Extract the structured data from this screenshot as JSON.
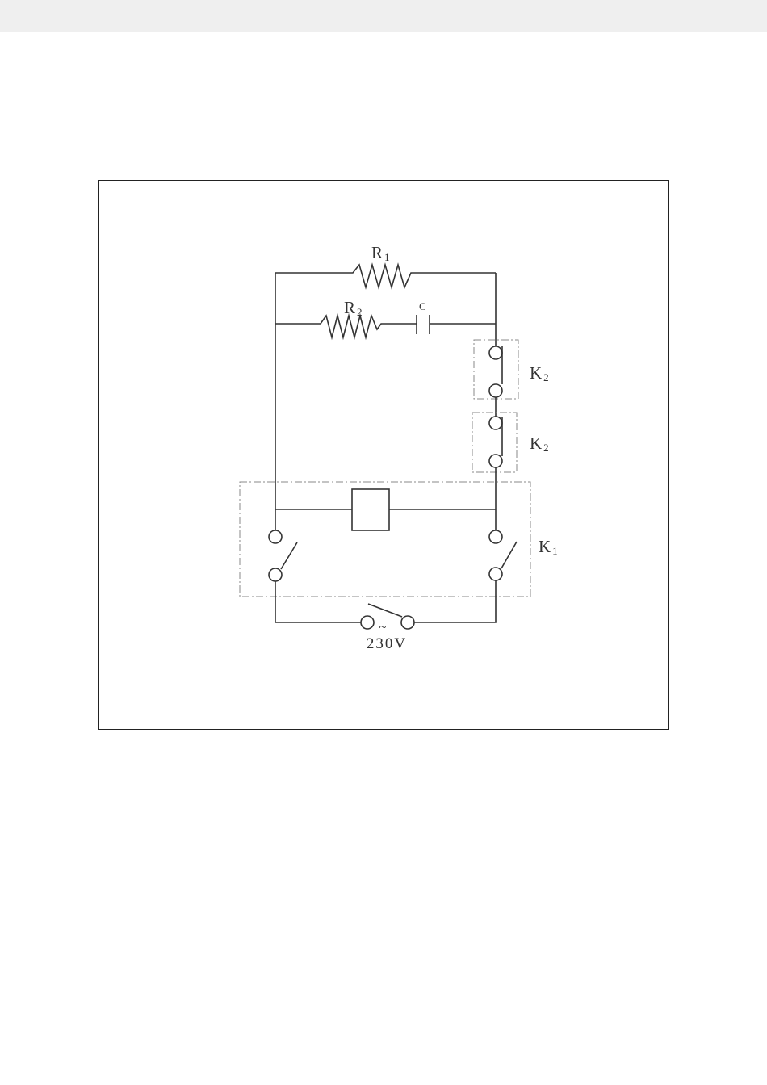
{
  "diagram": {
    "labels": {
      "r1": "R",
      "r1_sub": "1",
      "r2": "R",
      "r2_sub": "2",
      "c": "C",
      "k2_upper": "K",
      "k2_upper_sub": "2",
      "k2_lower": "K",
      "k2_lower_sub": "2",
      "k1": "K",
      "k1_sub": "1",
      "ac_symbol": "~",
      "supply": "230V"
    }
  }
}
